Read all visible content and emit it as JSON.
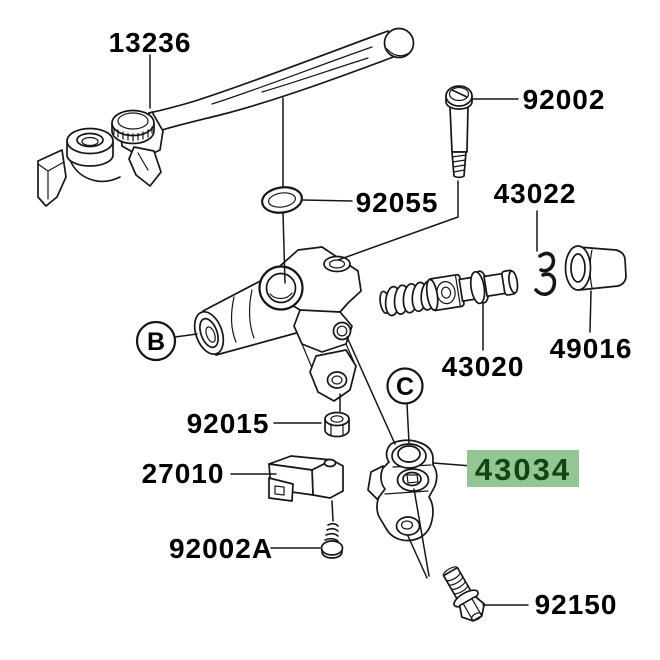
{
  "diagram": {
    "kind": "exploded-parts-diagram",
    "background": "#ffffff",
    "line_color": "#161616",
    "label_color": "#000000",
    "highlight_bg": "#95c595",
    "highlight_text": "#10470f",
    "parts": [
      {
        "number": "13236",
        "shape": "brake-lever",
        "highlighted": false
      },
      {
        "number": "92002",
        "shape": "lever-pivot-bolt",
        "highlighted": false
      },
      {
        "number": "92055",
        "shape": "o-ring",
        "highlighted": false
      },
      {
        "number": "43022",
        "shape": "circlip",
        "highlighted": false
      },
      {
        "number": "43020",
        "shape": "piston-spring-assembly",
        "highlighted": false
      },
      {
        "number": "49016",
        "shape": "boot-cap",
        "highlighted": false
      },
      {
        "number": "92015",
        "shape": "nut",
        "highlighted": false
      },
      {
        "number": "27010",
        "shape": "switch",
        "highlighted": false
      },
      {
        "number": "92002A",
        "shape": "screw-with-washer",
        "highlighted": false
      },
      {
        "number": "43034",
        "shape": "handlebar-clamp",
        "highlighted": true
      },
      {
        "number": "92150",
        "shape": "flange-bolt",
        "highlighted": false
      }
    ],
    "reference_bubbles": [
      {
        "letter": "B"
      },
      {
        "letter": "C"
      }
    ]
  }
}
